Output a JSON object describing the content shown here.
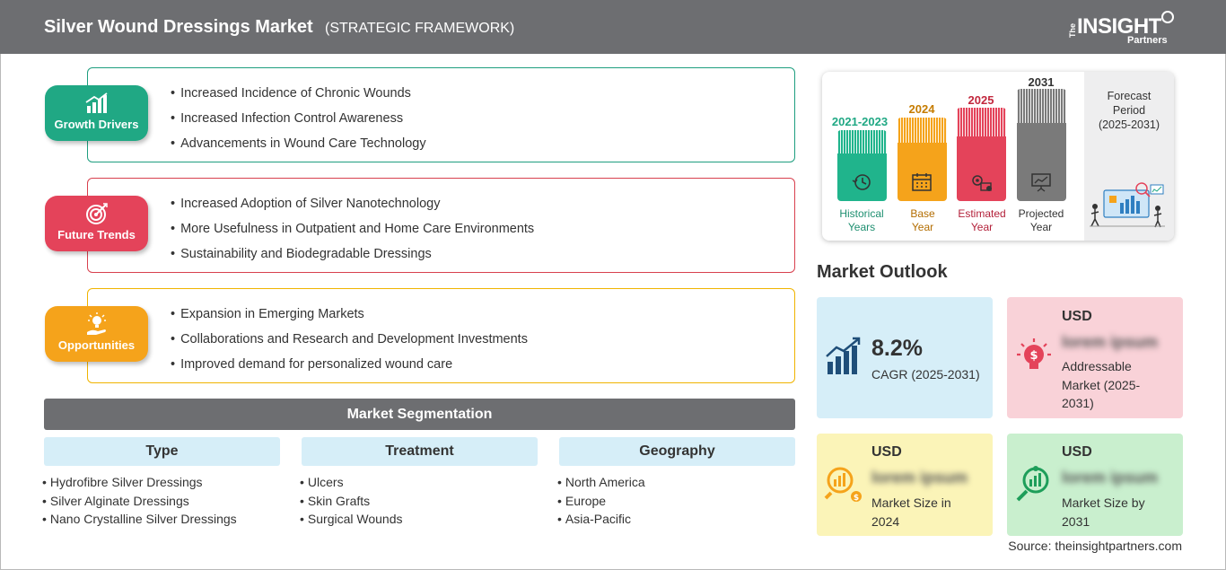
{
  "header": {
    "title": "Silver Wound Dressings Market",
    "subtitle": "(STRATEGIC FRAMEWORK)",
    "logo": {
      "the": "The",
      "main": "INSIGHT",
      "partners": "Partners"
    }
  },
  "framework": {
    "growth": {
      "label": "Growth Drivers",
      "icon": "bar-chart-growth-icon",
      "color": "#20a884",
      "items": [
        "Increased Incidence of Chronic Wounds",
        "Increased Infection Control Awareness",
        "Advancements in Wound Care Technology"
      ]
    },
    "trends": {
      "label": "Future Trends",
      "icon": "target-icon",
      "color": "#e4435a",
      "items": [
        "Increased Adoption of Silver Nanotechnology",
        "More Usefulness in Outpatient and Home Care Environments",
        "Sustainability and Biodegradable Dressings"
      ]
    },
    "opportunities": {
      "label": "Opportunities",
      "icon": "lightbulb-hand-icon",
      "color": "#f5a31b",
      "items": [
        "Expansion in Emerging Markets",
        "Collaborations and Research and Development Investments",
        "Improved demand for personalized wound care"
      ]
    }
  },
  "segmentation": {
    "title": "Market Segmentation",
    "columns": [
      {
        "head": "Type",
        "items": [
          "Hydrofibre Silver Dressings",
          "Silver Alginate Dressings",
          "Nano Crystalline Silver Dressings"
        ]
      },
      {
        "head": "Treatment",
        "items": [
          "Ulcers",
          "Skin Grafts",
          "Surgical Wounds"
        ]
      },
      {
        "head": "Geography",
        "items": [
          "North America",
          "Europe",
          "Asia-Pacific"
        ]
      }
    ]
  },
  "timeline": {
    "periods": [
      {
        "year": "2021-2023",
        "label1": "Historical",
        "label2": "Years",
        "color": "#20b48c",
        "icon": "history-clock-icon"
      },
      {
        "year": "2024",
        "label1": "Base",
        "label2": "Year",
        "color": "#f5a31b",
        "icon": "calendar-icon"
      },
      {
        "year": "2025",
        "label1": "Estimated",
        "label2": "Year",
        "color": "#e4435a",
        "icon": "estimate-gear-icon"
      },
      {
        "year": "2031",
        "label1": "Projected",
        "label2": "Year",
        "color": "#7a7a7a",
        "icon": "presentation-chart-icon"
      }
    ],
    "forecast": {
      "line1": "Forecast",
      "line2": "Period",
      "line3": "(2025-2031)"
    }
  },
  "outlook": {
    "title": "Market Outlook",
    "cagr": {
      "value": "8.2%",
      "label": "CAGR (2025-2031)"
    },
    "addressable": {
      "currency": "USD",
      "value": "lorem ipsum",
      "desc": "Addressable Market (2025-2031)"
    },
    "size2024": {
      "currency": "USD",
      "value": "lorem ipsum",
      "desc": "Market Size in 2024"
    },
    "size2031": {
      "currency": "USD",
      "value": "lorem ipsum",
      "desc": "Market Size by 2031"
    }
  },
  "source": "Source: theinsightpartners.com"
}
